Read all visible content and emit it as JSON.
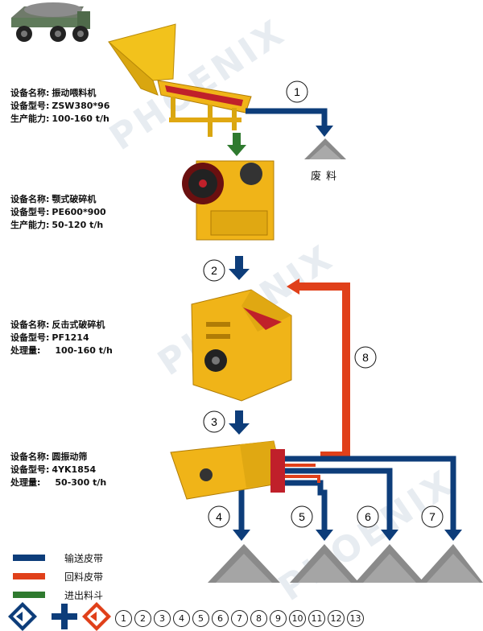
{
  "watermark": "PHOENIX",
  "equipment": [
    {
      "name_label": "设备名称:",
      "name": "振动喂料机",
      "model_label": "设备型号:",
      "model": "ZSW380*96",
      "cap_label": "生产能力:",
      "cap": "100-160 t/h"
    },
    {
      "name_label": "设备名称:",
      "name": "颚式破碎机",
      "model_label": "设备型号:",
      "model": "PE600*900",
      "cap_label": "生产能力:",
      "cap": "50-120 t/h"
    },
    {
      "name_label": "设备名称:",
      "name": "反击式破碎机",
      "model_label": "设备型号:",
      "model": "PF1214",
      "cap_label": "处理量:",
      "cap": "100-160 t/h"
    },
    {
      "name_label": "设备名称:",
      "name": "圆振动筛",
      "model_label": "设备型号:",
      "model": "4YK1854",
      "cap_label": "处理量:",
      "cap": "50-300 t/h"
    }
  ],
  "waste_label": "废料",
  "step_numbers": [
    "1",
    "2",
    "3",
    "4",
    "5",
    "6",
    "7",
    "8"
  ],
  "legend": [
    {
      "label": "输送皮带",
      "color": "#0d3d7a"
    },
    {
      "label": "回料皮带",
      "color": "#e0401a"
    },
    {
      "label": "进出料斗",
      "color": "#2f7a2f"
    }
  ],
  "number_strip": [
    "1",
    "2",
    "3",
    "4",
    "5",
    "6",
    "7",
    "8",
    "9",
    "10",
    "11",
    "12",
    "13"
  ],
  "colors": {
    "conveyor": "#0d3d7a",
    "return": "#e0401a",
    "hopper": "#2f7a2f",
    "machine": "#f0b418",
    "machine_dark": "#c98a0a"
  }
}
